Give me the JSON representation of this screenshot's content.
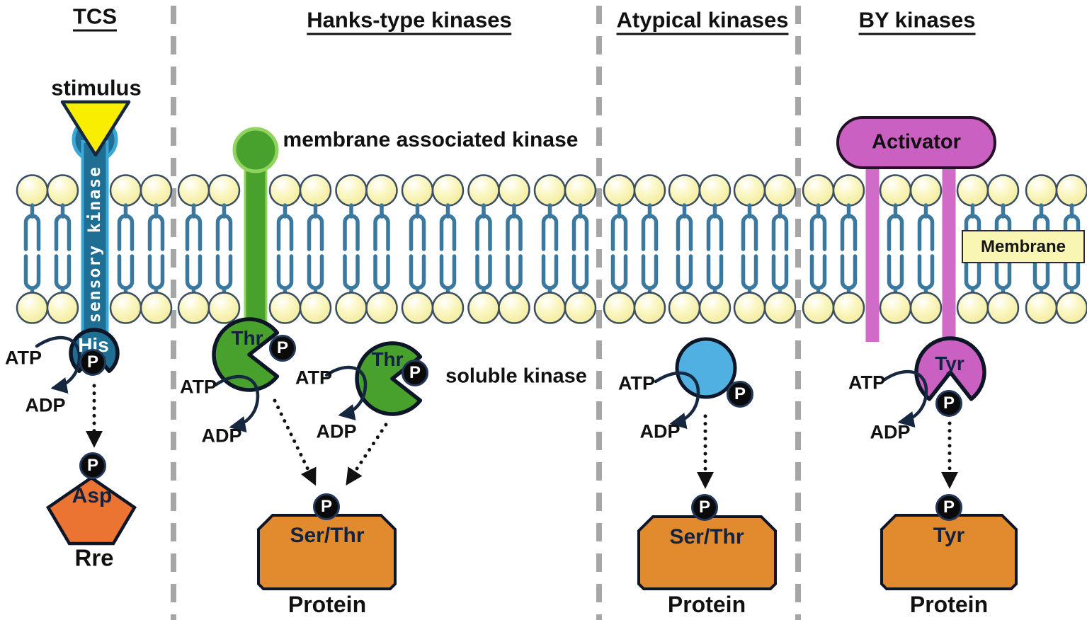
{
  "figure": {
    "columns": [
      {
        "id": "tcs",
        "title": "TCS"
      },
      {
        "id": "hanks",
        "title": "Hanks-type kinases"
      },
      {
        "id": "atypical",
        "title": "Atypical kinases"
      },
      {
        "id": "by",
        "title": "BY kinases"
      }
    ]
  },
  "labels": {
    "stimulus": "stimulus",
    "sensory_kinase": "sensory kinase",
    "membrane_associated_kinase": "membrane associated kinase",
    "soluble_kinase": "soluble kinase",
    "membrane": "Membrane",
    "activator": "Activator",
    "atp": "ATP",
    "adp": "ADP",
    "phosphate": "P",
    "his": "His",
    "asp": "Asp",
    "rre": "Rre",
    "thr": "Thr",
    "tyr": "Tyr",
    "ser_thr": "Ser/Thr",
    "protein": "Protein"
  },
  "colors": {
    "teal": "#1f6f95",
    "lightblue": "#3aa7d6",
    "yellow": "#f9ee00",
    "green": "#49a12d",
    "lightgreen": "#90d35f",
    "skyblue": "#4fb0e1",
    "magenta": "#cb60c3",
    "magentalight": "#d06bc8",
    "orange": "#e18a2e",
    "orangedeep": "#ec7433",
    "navy": "#15283f",
    "paleyellow": "#f8f6b2",
    "lipidtail": "#3a789e",
    "dashgray": "#a6a6a6",
    "ink": "#111111",
    "outline": "#0d1626"
  }
}
